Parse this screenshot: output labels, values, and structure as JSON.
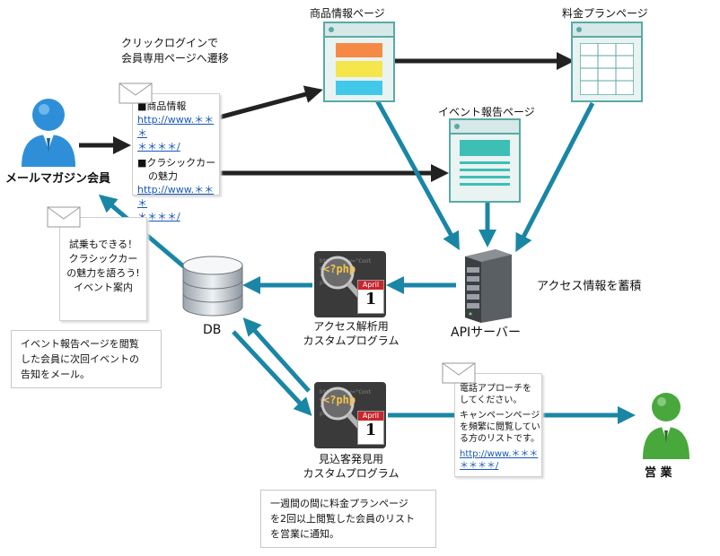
{
  "labels": {
    "click_login": "クリックログインで",
    "click_login2": "会員専用ページへ遷移",
    "product_page": "商品情報ページ",
    "pricing_page": "料金プランページ",
    "event_page": "イベント報告ページ",
    "member": "メールマガジン会員",
    "db": "DB",
    "access_program_1": "アクセス解析用",
    "access_program_2": "カスタムプログラム",
    "api_server": "APIサーバー",
    "access_store": "アクセス情報を蓄積",
    "prospect_program_1": "見込客発見用",
    "prospect_program_2": "カスタムプログラム",
    "sales": "営 業"
  },
  "mail1": {
    "item1": "■商品情報",
    "link1a": "http://www.＊＊＊",
    "link1b": "＊＊＊＊/",
    "item2a": "■クラシックカー",
    "item2b": "の魅力",
    "link2a": "http://www.＊＊＊",
    "link2b": "＊＊＊＊/"
  },
  "mail2": {
    "line1": "試乗もできる！",
    "line2": "クラシックカー",
    "line3": "の魅力を語ろう!",
    "line4": "イベント案内"
  },
  "mail3": {
    "line1": "電話アプローチを",
    "line2": "してください。",
    "line3": "キャンペーンページ",
    "line4": "を頻繁に閲覧してい",
    "line5": "る方のリストです。",
    "link_a": "http://www.＊＊＊",
    "link_b": "＊＊＊＊/"
  },
  "notes": {
    "event_note_1": "イベント報告ページを閲覧",
    "event_note_2": "した会員に次回イベントの",
    "event_note_3": "告知をメール。",
    "plan_note_1": "一週間の間に料金プランページ",
    "plan_note_2": "を2回以上閲覧した会員のリスト",
    "plan_note_3": "を営業に通知。"
  },
  "icons": {
    "php_tag": "<?php",
    "calendar_month": "April",
    "calendar_day": "1"
  },
  "colors": {
    "arrow_teal": "#1a86a6",
    "arrow_dark": "#222222",
    "page_border": "#59aaa6",
    "person_blue": "#2e8fd8",
    "person_green": "#48a83c"
  }
}
